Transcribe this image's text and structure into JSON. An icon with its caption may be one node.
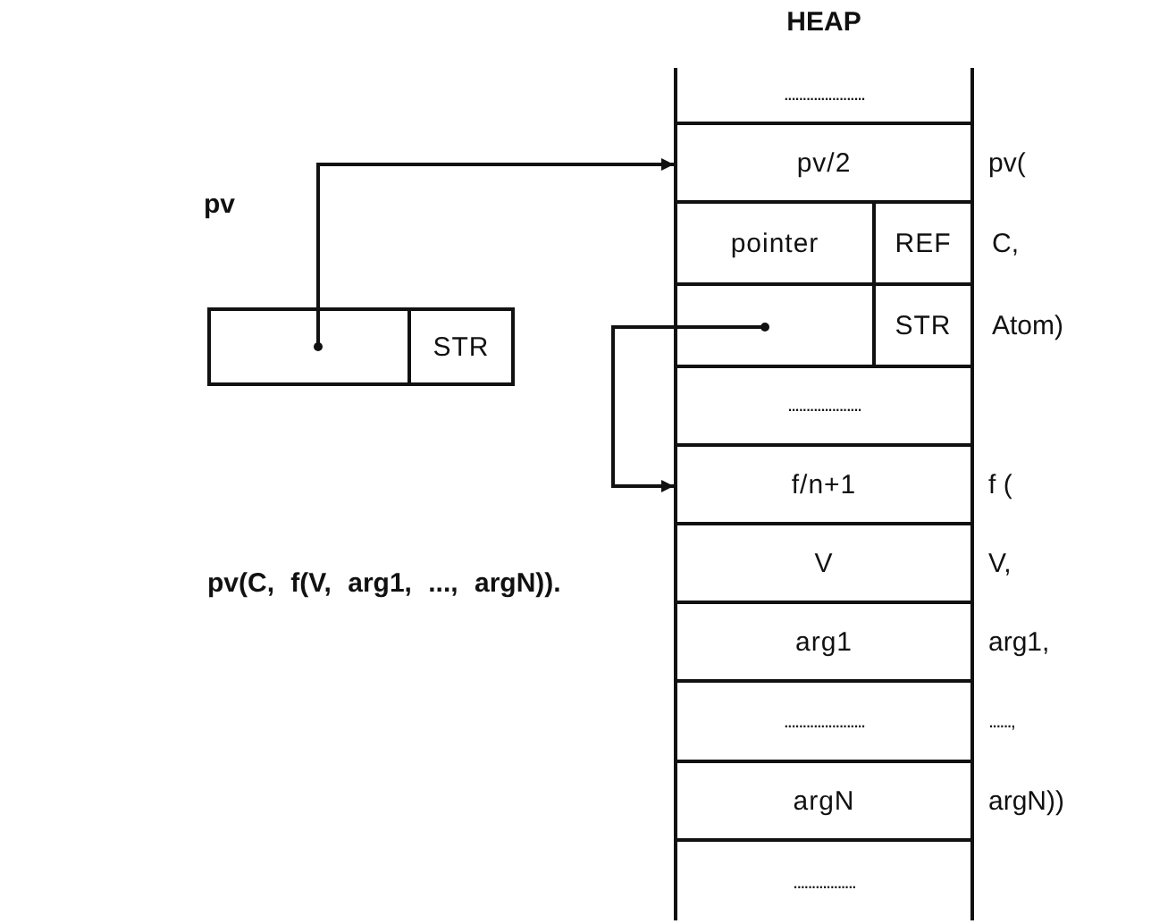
{
  "diagram": {
    "nodes": [
      {
        "text": [
          "HEAP"
        ]
      },
      {
        "text": [
          "......................"
        ],
        "in": 0
      },
      {
        "text": [
          "pv/2"
        ],
        "in": 0,
        "beside": [
          "pv("
        ]
      },
      {
        "text": [
          "pointer"
        ],
        "in": 0
      },
      {
        "text": [
          "REF"
        ],
        "in": 0,
        "beside": [
          "C,"
        ]
      },
      {
        "text": [],
        "shape": "box",
        "in": 0
      },
      {
        "text": [
          "STR"
        ],
        "in": 0,
        "beside": [
          "Atom)"
        ]
      },
      {
        "text": [
          "...................."
        ],
        "in": 0
      },
      {
        "text": [
          "f/n+1"
        ],
        "in": 0,
        "beside": [
          "f ("
        ]
      },
      {
        "text": [
          "V"
        ],
        "in": 0,
        "beside": [
          "V,"
        ]
      },
      {
        "text": [
          "arg1"
        ],
        "in": 0,
        "beside": [
          "arg1,"
        ]
      },
      {
        "text": [
          "......................"
        ],
        "in": 0,
        "beside": [
          "......,"
        ]
      },
      {
        "text": [
          "argN"
        ],
        "in": 0,
        "beside": [
          "argN))"
        ]
      },
      {
        "text": [
          "................."
        ],
        "in": 0
      },
      {
        "text": [
          "pv"
        ]
      },
      {
        "text": [],
        "shape": "box",
        "in": 14
      },
      {
        "text": [
          "STR"
        ],
        "in": 14
      }
    ],
    "edges": [
      {
        "from": 15,
        "to": 2,
        "arrow": "to"
      },
      {
        "from": 5,
        "to": 8,
        "arrow": "to"
      }
    ],
    "labels": [
      "pv(C, f(V, arg1, ..., argN))."
    ]
  }
}
